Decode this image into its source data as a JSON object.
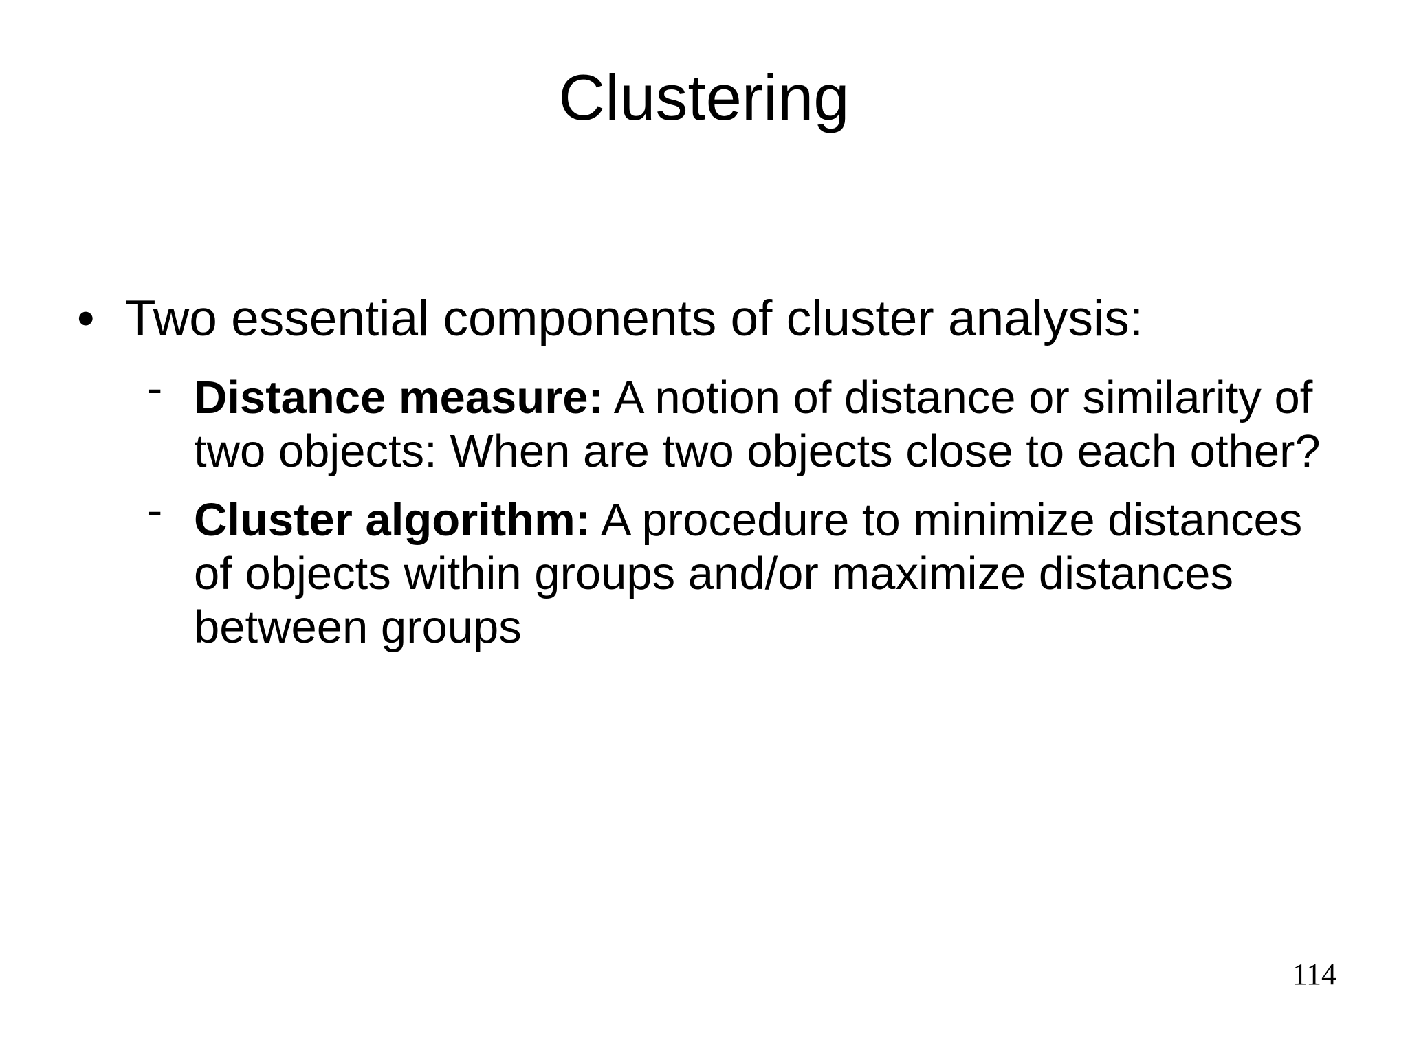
{
  "slide": {
    "title": "Clustering",
    "bullet": {
      "marker": "•",
      "text": "Two essential components of cluster analysis:"
    },
    "sub_bullets": [
      {
        "marker": "-",
        "lead": "Distance measure:",
        "rest": " A notion of distance or similarity of\ntwo objects: When are two objects close to each other?"
      },
      {
        "marker": "-",
        "lead": "Cluster algorithm:",
        "rest": " A procedure to minimize distances\nof objects within groups and/or maximize distances\nbetween groups"
      }
    ],
    "page_number": "114"
  }
}
